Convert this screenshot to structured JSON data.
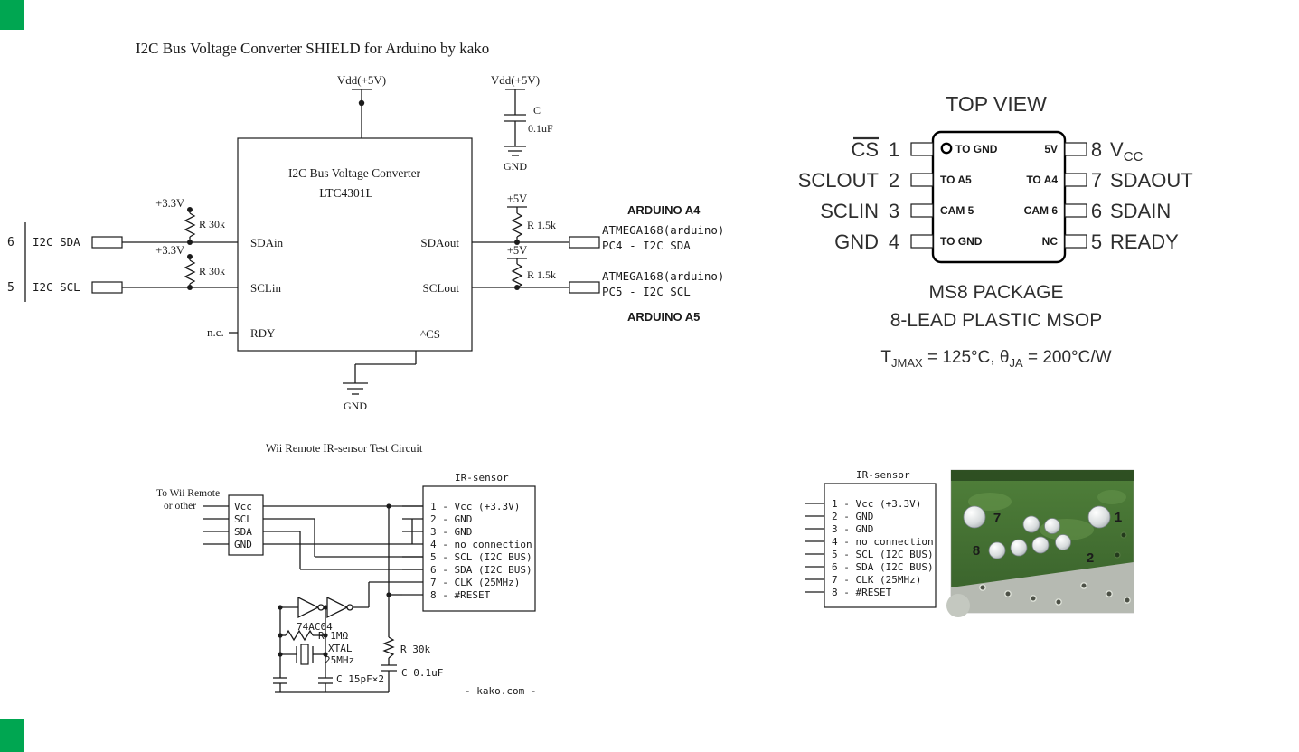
{
  "canvas": {
    "accent_green": "#00a651"
  },
  "colors": {
    "red": "#d90000",
    "blue": "#1414d9",
    "pin_red": "#e00000",
    "pin_blue": "#0000dd"
  },
  "shield": {
    "title": "I2C Bus Voltage Converter SHIELD  for Arduino  by kako",
    "vdd_left": "Vdd(+5V)",
    "vdd_right": "Vdd(+5V)",
    "cap_name": "C",
    "cap_value": "0.1uF",
    "cap_gnd": "GND",
    "chip_line1": "I2C Bus Voltage Converter",
    "chip_line2": "LTC4301L",
    "pins": {
      "sdain": "SDAin",
      "sclin": "SCLin",
      "rdy": "RDY",
      "sdaout": "SDAout",
      "sclout": "SCLout",
      "cs": "^CS"
    },
    "nc": "n.c.",
    "left": {
      "v33_top": "+3.3V",
      "v33_bottom": "+3.3V",
      "r_top": "R 30k",
      "r_bottom": "R 30k",
      "sda_num": "6",
      "sda_label": "I2C SDA",
      "scl_num": "5",
      "scl_label": "I2C SCL"
    },
    "right": {
      "v5_top": "+5V",
      "v5_bottom": "+5V",
      "r_top": "R 1.5k",
      "r_bottom": "R 1.5k",
      "arduino_a4": "ARDUINO A4",
      "atmega_sda_1": "ATMEGA168(arduino)",
      "atmega_sda_2": "PC4 - I2C SDA",
      "atmega_scl_1": "ATMEGA168(arduino)",
      "atmega_scl_2": "PC5 - I2C SCL",
      "arduino_a5": "ARDUINO A5"
    },
    "bottom_gnd": "GND"
  },
  "topview": {
    "title": "TOP VIEW",
    "left_pins": [
      {
        "label": "CS",
        "num": "1",
        "inner": "TO GND"
      },
      {
        "label": "SCLOUT",
        "num": "2",
        "inner": "TO A5"
      },
      {
        "label": "SCLIN",
        "num": "3",
        "inner": "CAM 5"
      },
      {
        "label": "GND",
        "num": "4",
        "inner": "TO GND"
      }
    ],
    "right_pins": [
      {
        "num": "8",
        "label_main": "V",
        "label_sub": "CC",
        "inner": "5V"
      },
      {
        "num": "7",
        "label_main": "SDAOUT",
        "label_sub": "",
        "inner": "TO A4"
      },
      {
        "num": "6",
        "label_main": "SDAIN",
        "label_sub": "",
        "inner": "CAM 6"
      },
      {
        "num": "5",
        "label_main": "READY",
        "label_sub": "",
        "inner": "NC"
      }
    ],
    "package_line1": "MS8 PACKAGE",
    "package_line2": "8-LEAD PLASTIC MSOP",
    "thermal": {
      "t": "T",
      "t_sub": "JMAX",
      "mid": " = 125°C, θ",
      "ja_sub": "JA",
      "end": " = 200°C/W"
    }
  },
  "wii": {
    "title": "Wii Remote IR-sensor Test Circuit",
    "remote_caption1": "To Wii Remote",
    "remote_caption2": "or other",
    "remote_pins": [
      "Vcc",
      "SCL",
      "SDA",
      "GND"
    ],
    "ir_title": "IR-sensor",
    "ir_pins": [
      "1 - Vcc (+3.3V)",
      "2 - GND",
      "3 - GND",
      "4 - no connection",
      "5 - SCL (I2C BUS)",
      "6 - SDA (I2C BUS)",
      "7 - CLK (25MHz)",
      "8 - #RESET"
    ],
    "inverter_ic": "74AC04",
    "r_feedback": "R 1MΩ",
    "xtal_line1": "XTAL",
    "xtal_line2": "25MHz",
    "cap_pair": "C 15pF×2",
    "r_reset": "R 30k",
    "cap_reset": "C 0.1uF",
    "credit": "- kako.com -"
  },
  "sensor_panel": {
    "ir_title": "IR-sensor",
    "ir_pins": [
      "1 - Vcc (+3.3V)",
      "2 - GND",
      "3 - GND",
      "4 - no connection",
      "5 - SCL (I2C BUS)",
      "6 - SDA (I2C BUS)",
      "7 - CLK (25MHz)",
      "8 - #RESET"
    ],
    "photo_pin_numbers": [
      "7",
      "1",
      "8",
      "2"
    ]
  }
}
